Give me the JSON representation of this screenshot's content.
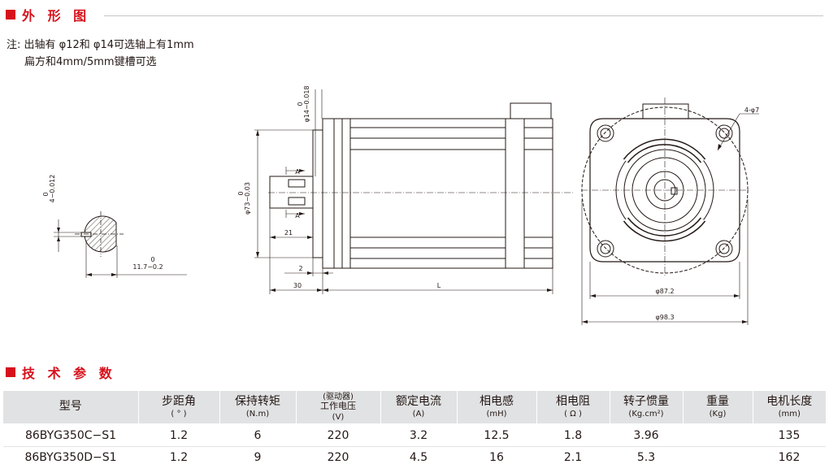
{
  "sections": {
    "outline_title": "外 形 图",
    "tech_title": "技 术 参 数"
  },
  "note": {
    "line1": "注: 出轴有 φ12和 φ14可选轴上有1mm",
    "line2": "扁方和4mm/5mm键槽可选"
  },
  "drawing": {
    "key_dim_top": "0",
    "key_dim_bottom": "4−0.012",
    "flat_dim_top": "0",
    "flat_dim_bottom": "11.7−0.2",
    "shaft_dia_top": "0",
    "shaft_dia_bottom": "φ14−0.018",
    "pilot_dia_top": "0",
    "pilot_dia_bottom": "φ73−0.03",
    "section_label_top": "A",
    "section_label_bottom": "A",
    "dim_21": "21",
    "dim_2": "2",
    "dim_30": "30",
    "dim_L": "L",
    "hole_label": "4-φ7",
    "dim_87": "φ87.2",
    "dim_98": "φ98.3"
  },
  "table": {
    "headers": [
      {
        "main": "型号",
        "sub": ""
      },
      {
        "main": "步距角",
        "sub": "( ° )"
      },
      {
        "main": "保持转矩",
        "sub": "(N.m)"
      },
      {
        "top": "(驱动器)",
        "main": "工作电压",
        "sub": "(V)"
      },
      {
        "main": "额定电流",
        "sub": "(A)"
      },
      {
        "main": "相电感",
        "sub": "(mH)"
      },
      {
        "main": "相电阻",
        "sub": "( Ω )"
      },
      {
        "main": "转子惯量",
        "sub": "(Kg.cm²)"
      },
      {
        "main": "重量",
        "sub": "(Kg)"
      },
      {
        "main": "电机长度",
        "sub": "(mm)"
      }
    ],
    "rows": [
      [
        "86BYG350C−S1",
        "1.2",
        "6",
        "220",
        "3.2",
        "12.5",
        "1.8",
        "3.96",
        "",
        "135"
      ],
      [
        "86BYG350D−S1",
        "1.2",
        "9",
        "220",
        "4.5",
        "16",
        "2.1",
        "5.3",
        "",
        "162"
      ]
    ]
  }
}
